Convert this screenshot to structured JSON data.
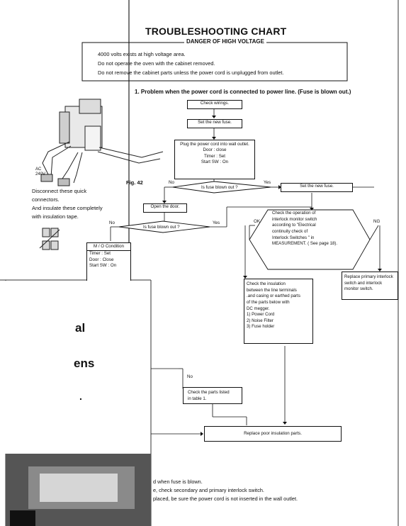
{
  "chart_title": "TROUBLESHOOTING CHART",
  "danger": {
    "heading": "DANGER OF HIGH VOLTAGE",
    "line1": "4000 volts exists at high voltage area.",
    "line2": "Do not operate the oven with the cabinet removed.",
    "line3": "Do not remove the cabinet parts unless the power cord is unplugged from outlet."
  },
  "problem_heading": "1. Problem when the power cord is connected to power line. (Fuse is blown out.)",
  "figure": {
    "voltage_label": "AC 240V",
    "caption": "Fig. 42",
    "note_line1": "Disconnect these quick",
    "note_line2": "connectors.",
    "note_line3": "And insulate these completely",
    "note_line4": "with insulation tape."
  },
  "steps": {
    "check_wirings": "Check wirings.",
    "set_new_fuse_1": "Set the new fuse.",
    "plug_line1": "Plug the power cord into wall outlet.",
    "plug_line2": "Door : close",
    "plug_line3": "Timer : Set",
    "plug_line4": "Start SW : On",
    "fuse_question_1": "Is fuse blown out ?",
    "set_new_fuse_2": "Set the new fuse.",
    "open_door": "Open the door.",
    "fuse_question_2": "Is fuse blown out ?",
    "interlock_check": [
      "Check the operation of",
      "interlock monitor switch",
      "according to \"Electrical",
      "continuity check of",
      "Interlock Switches \" in",
      "MEASUREMENT. ( See page 18)."
    ],
    "mo_title": "M / O Condition",
    "mo_timer": "Timer : Set",
    "mo_door": "Door : Close",
    "mo_start": "Start SW : On",
    "insulation_check": [
      "Check the insulation",
      "between the line terminals",
      ".and casing or earthed parts",
      "of the parts below with",
      "DC megger.",
      "1) Power Cord",
      "2) Noise Filter",
      "3) Fuse holder"
    ],
    "replace_interlock": [
      "Replace primary interlock",
      "switch and interlock",
      "monitor switch."
    ],
    "check_parts_table": [
      "Check the parts listed",
      "in table 1."
    ],
    "replace_poor_insulation": "Replace poor insulation parts."
  },
  "branches": {
    "no": "No",
    "yes": "Yes",
    "ok": "OK",
    "ng": "NG"
  },
  "bottom_notes": {
    "line1": "d when fuse is blown.",
    "line2": "e, check secondary and primary interlock switch.",
    "line3": "placed, be sure the power cord is not inserted in the wall outlet."
  },
  "overlay_page": {
    "line1": "al",
    "line2": "ens",
    "line3": "."
  }
}
